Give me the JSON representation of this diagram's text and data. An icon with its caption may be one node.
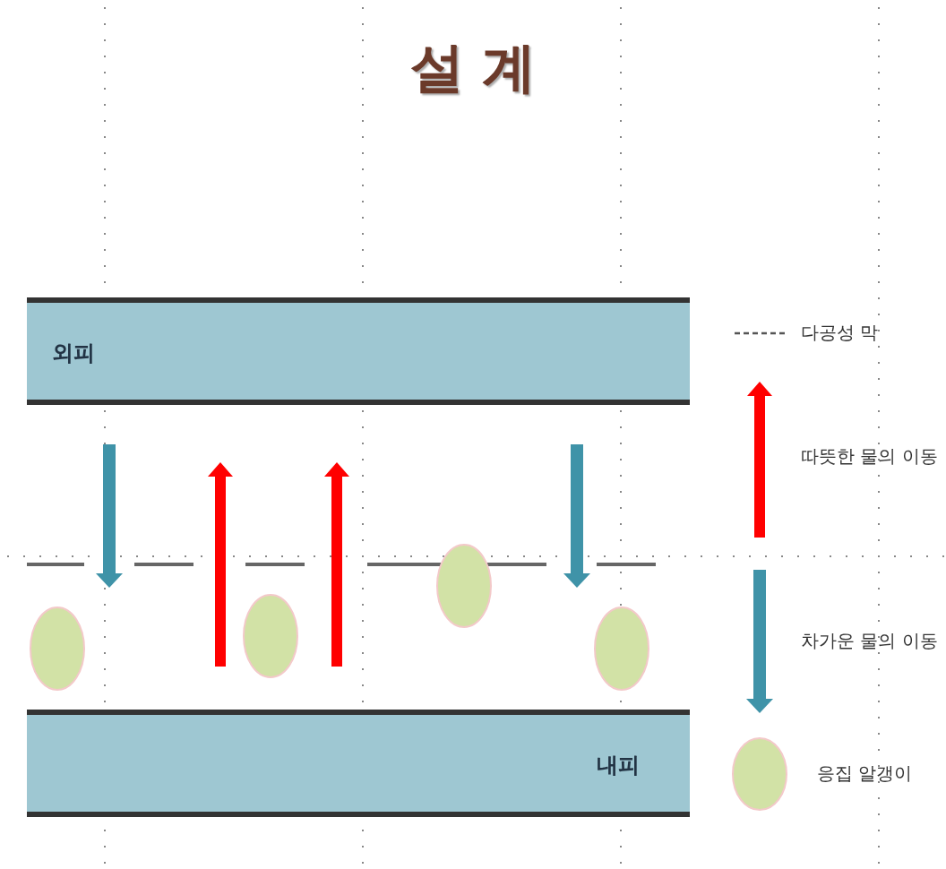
{
  "diagram": {
    "title": "설 계",
    "nodes": [
      {
        "text": [
          "외피"
        ]
      },
      {
        "text": [
          "내피"
        ]
      }
    ],
    "legend": [
      {
        "text": "다공성 막"
      },
      {
        "text": "따뜻한 물의 이동"
      },
      {
        "text": "차가운 물의 이동"
      },
      {
        "text": "응집 알갱이"
      }
    ]
  }
}
